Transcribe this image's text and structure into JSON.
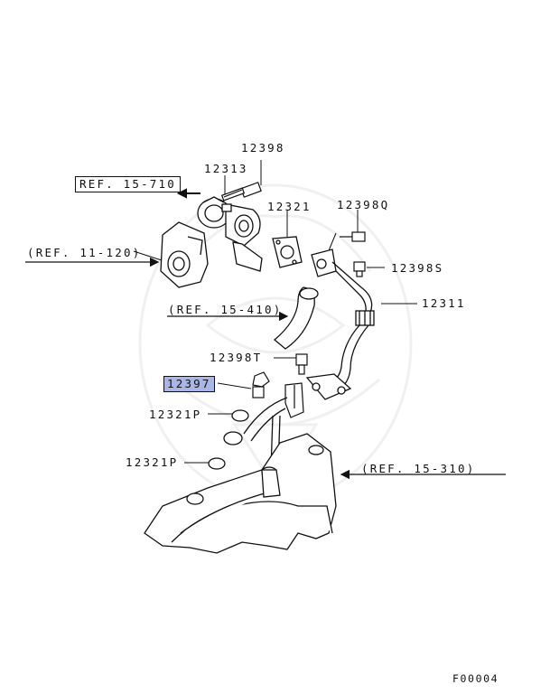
{
  "parts": {
    "p12398": "12398",
    "p12313": "12313",
    "p12321": "12321",
    "p12398Q": "12398Q",
    "p12398S": "12398S",
    "p12311": "12311",
    "p12398T": "12398T",
    "p12397": "12397",
    "p12321P_a": "12321P",
    "p12321P_b": "12321P"
  },
  "refs": {
    "ref_15_710": "REF. 15-710",
    "ref_11_120": "(REF. 11-120)",
    "ref_15_410": "(REF. 15-410)",
    "ref_15_310": "(REF. 15-310)"
  },
  "figure_code": "F00004",
  "highlight_color": "#aab6e6"
}
